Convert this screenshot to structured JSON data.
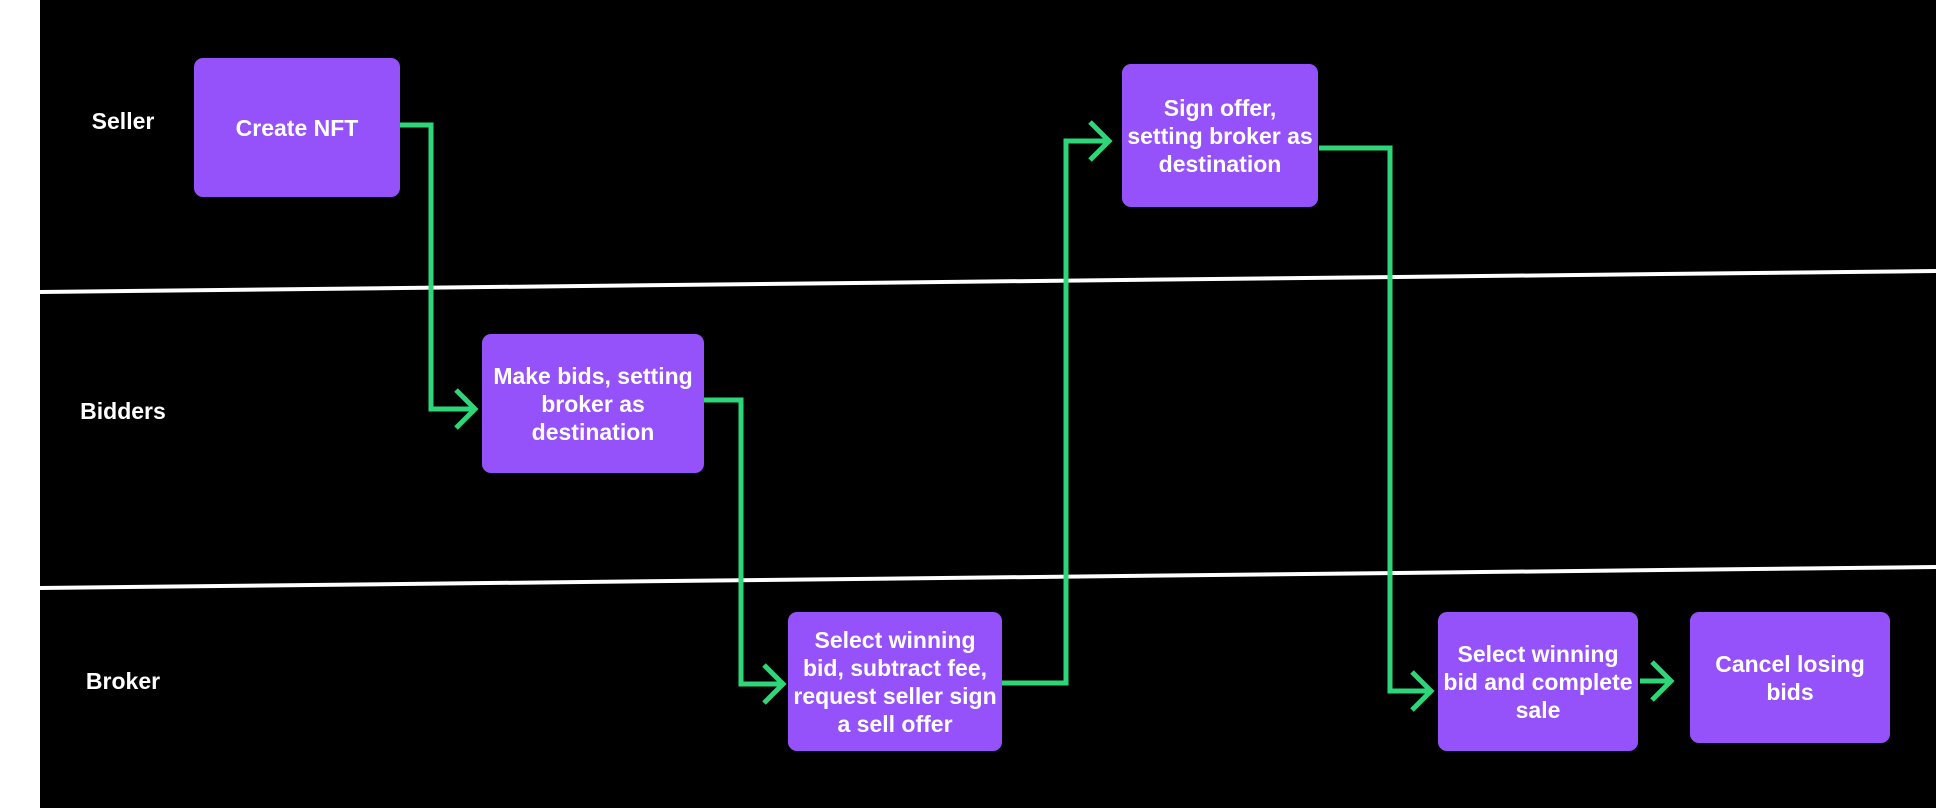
{
  "lanes": {
    "seller": "Seller",
    "bidders": "Bidders",
    "broker": "Broker"
  },
  "steps": {
    "create_nft": "Create NFT",
    "make_bids": "Make bids, setting broker as destination",
    "select_winning_bid": "Select winning bid, subtract fee, request seller sign a sell offer",
    "sign_offer": "Sign offer, setting broker as destination",
    "complete_sale": "Select winning bid and complete sale",
    "cancel_losing": "Cancel losing bids"
  },
  "colors": {
    "background": "#000000",
    "box": "#9552fb",
    "arrow": "#2ed67a",
    "divider": "#ffffff",
    "text": "#ffffff"
  }
}
